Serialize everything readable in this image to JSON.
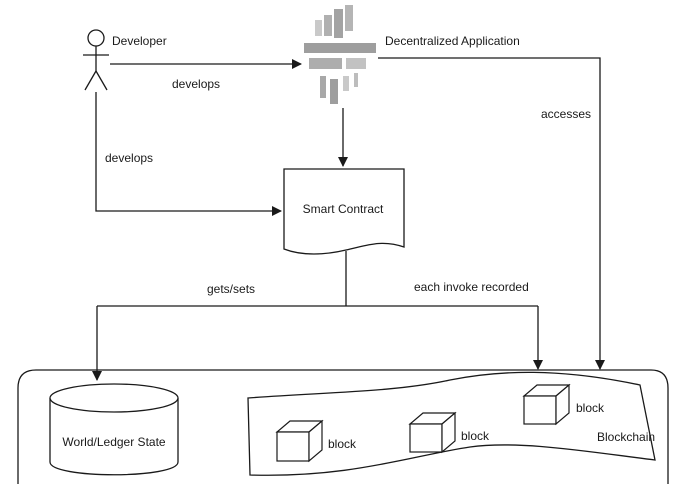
{
  "actors": {
    "developer": "Developer"
  },
  "nodes": {
    "dapp": "Decentralized Application",
    "smart_contract": "Smart Contract",
    "world_state": "World/Ledger State",
    "blockchain": "Blockchain"
  },
  "edges": {
    "develops_top": "develops",
    "develops_left": "develops",
    "accesses": "accesses",
    "gets_sets": "gets/sets",
    "invoke_recorded": "each invoke recorded"
  },
  "blocks": [
    "block",
    "block",
    "block"
  ],
  "colors": {
    "line": "#1a1a1a",
    "dapp_icon": "#9e9e9e",
    "dapp_icon_light": "#c9c9c9"
  }
}
